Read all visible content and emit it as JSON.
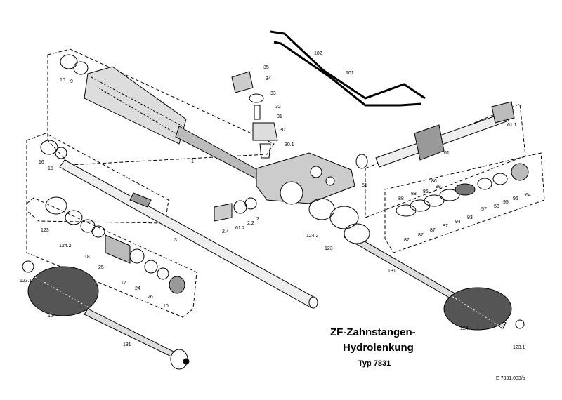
{
  "title": {
    "line1": "ZF-Zahnstangen-",
    "line2": "Hydrolenkung",
    "line3": "Typ 7831"
  },
  "reference": "E 7831.003/b",
  "labels": {
    "p1": "1",
    "p2": "2",
    "p2_2": "2.2",
    "p2_4": "2.4",
    "p3": "3",
    "p9": "9",
    "p10a": "10",
    "p10b": "10",
    "p15": "15",
    "p16": "16",
    "p17": "17",
    "p18": "18",
    "p24": "24",
    "p25": "25",
    "p26": "26",
    "p30": "30",
    "p30_1": "30.1",
    "p31": "31",
    "p32": "32",
    "p33": "33",
    "p34": "34",
    "p35": "35",
    "p51": "51",
    "p57": "57",
    "p58": "58",
    "p61": "61",
    "p61_1": "61.1",
    "p61_2": "61.2",
    "p64": "64",
    "p86a": "86",
    "p86b": "86",
    "p88a": "88",
    "p88b": "88",
    "p88c": "88",
    "p87a": "87",
    "p87b": "87",
    "p87c": "87",
    "p87d": "87",
    "p93": "93",
    "p94": "94",
    "p95": "95",
    "p96": "96",
    "p101": "101",
    "p102": "102",
    "p123a": "123",
    "p123b": "123",
    "p123_1a": "123.1",
    "p123_1b": "123.1",
    "p124a": "124",
    "p124b": "124",
    "p124_2a": "124.2",
    "p124_2b": "124.2",
    "p131a": "131",
    "p131b": "131"
  },
  "colors": {
    "ink": "#000000",
    "paper": "#ffffff"
  }
}
